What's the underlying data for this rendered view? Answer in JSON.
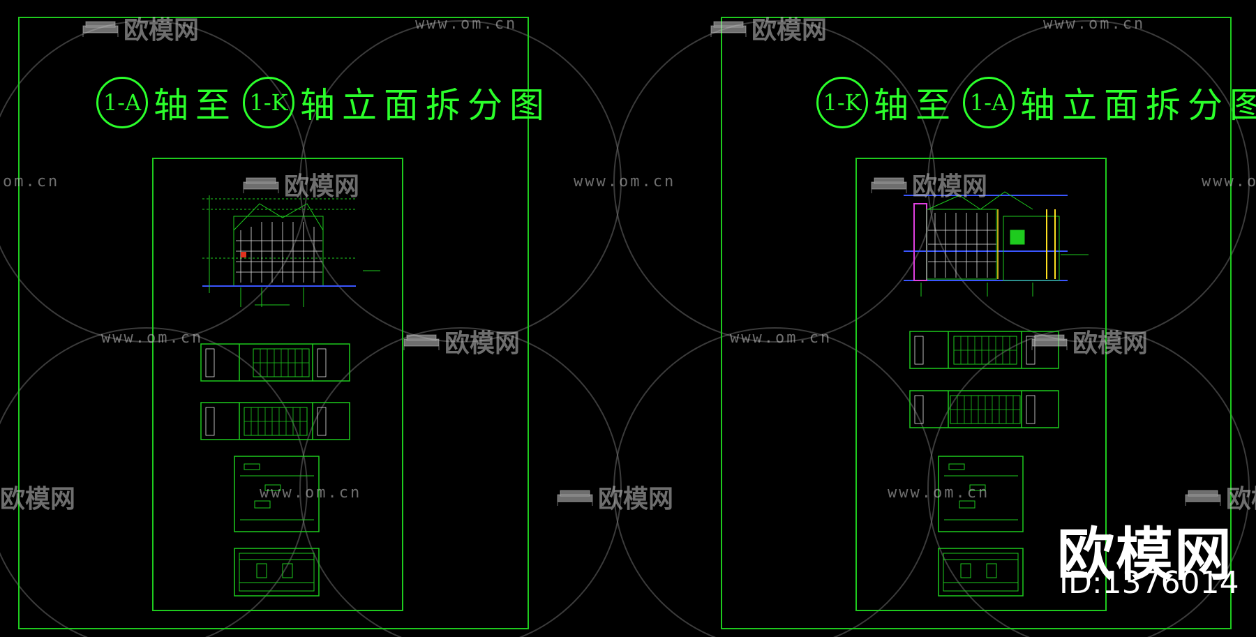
{
  "sheets": [
    {
      "title_axis_from": "1-A",
      "title_mid": "轴至",
      "title_axis_to": "1-K",
      "title_tail": "轴立面拆分图"
    },
    {
      "title_axis_from": "1-K",
      "title_mid": "轴至",
      "title_axis_to": "1-A",
      "title_tail": "轴立面拆分图"
    }
  ],
  "watermark": {
    "logo_text": "欧模网",
    "url": "www.om.cn",
    "url_fragment": "om.cn",
    "logo_fragment": "欧模网"
  },
  "brand": {
    "name": "欧模网",
    "id_label": "ID:1376014"
  },
  "colors": {
    "background": "#000000",
    "drawing_green": "#1ecb1e",
    "title_green": "#2bff2b",
    "watermark_gray": "#c8c8c8"
  }
}
